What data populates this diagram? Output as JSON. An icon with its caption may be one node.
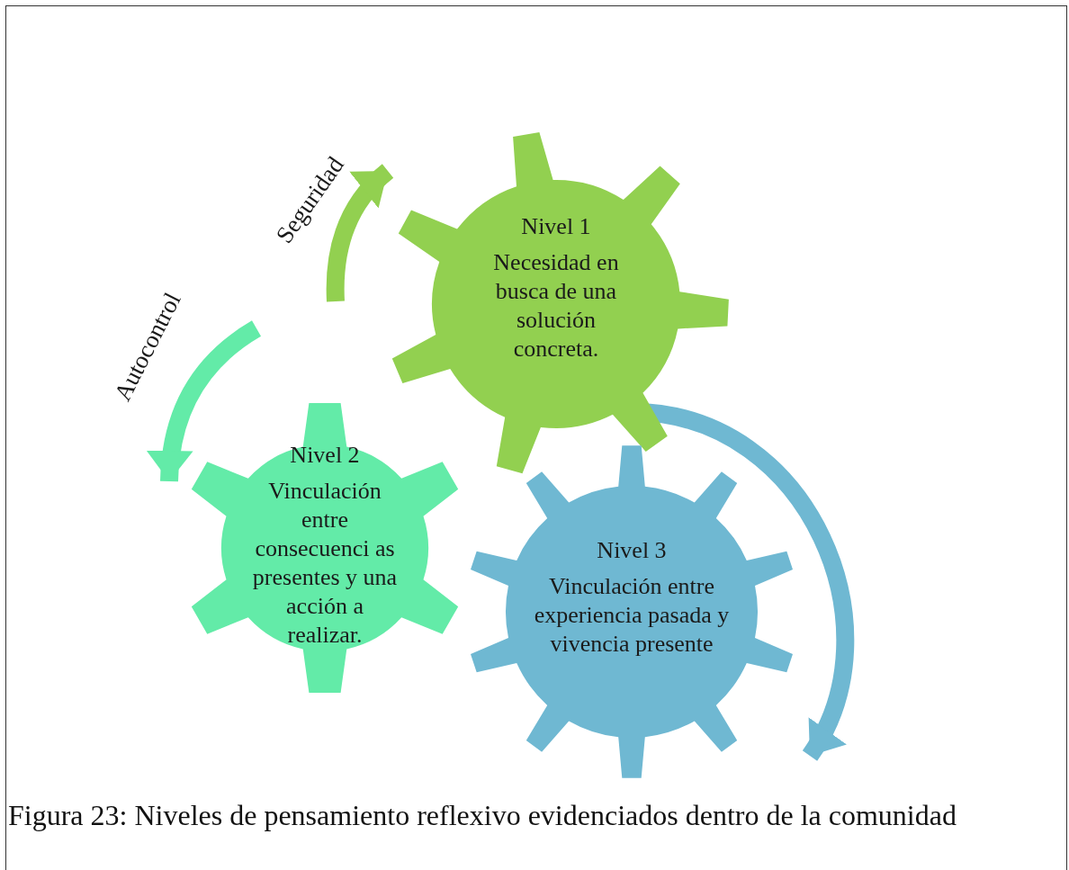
{
  "diagram": {
    "caption": "Figura 23: Niveles de pensamiento reflexivo evidenciados dentro de la comunidad",
    "nodes": [
      {
        "text": [
          "Nivel 1",
          "Necesidad en busca de una solución concreta."
        ]
      },
      {
        "text": [
          "Nivel 2",
          "Vinculación entre consecuenci as presentes y una acción a realizar."
        ]
      },
      {
        "text": [
          "Nivel 3",
          "Vinculación entre experiencia pasada y vivencia presente"
        ]
      }
    ],
    "edges": [
      {
        "from": null,
        "to": 0,
        "arrow": "to",
        "label": "Seguridad",
        "color": "#92d050"
      },
      {
        "from": null,
        "to": 1,
        "arrow": "to",
        "label": "Autocontrol",
        "color": "#63eba8"
      },
      {
        "from": 0,
        "to": 2,
        "arrow": "to",
        "color": "#6fb8d2"
      }
    ]
  }
}
